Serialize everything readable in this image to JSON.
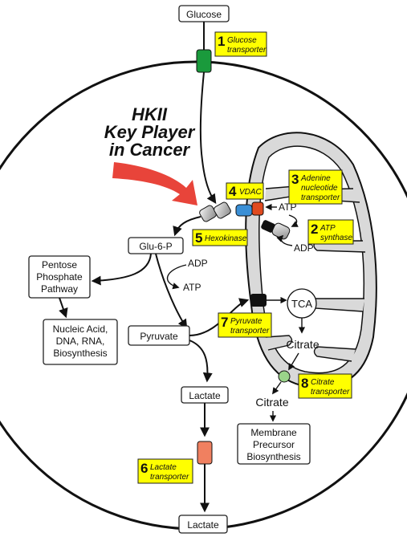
{
  "title": {
    "line1": "HKII",
    "line2": "Key Player",
    "line3": "in Cancer"
  },
  "boxes": {
    "glucose": "Glucose",
    "glu6p": "Glu-6-P",
    "ppp": [
      "Pentose",
      "Phosphate",
      "Pathway"
    ],
    "nucleic": [
      "Nucleic Acid,",
      "DNA, RNA,",
      "Biosynthesis"
    ],
    "pyruvate": "Pyruvate",
    "lactate_in": "Lactate",
    "lactate_out": "Lactate",
    "membrane": [
      "Membrane",
      "Precursor",
      "Biosynthesis"
    ]
  },
  "texts": {
    "atp_top": "ATP",
    "adp_right": "ADP",
    "adp_left": "ADP",
    "atp_left": "ATP",
    "tca": "TCA",
    "citrate_in": "Citrate",
    "citrate_out": "Citrate"
  },
  "labels": [
    {
      "num": "1",
      "lines": [
        "Glucose",
        "transporter"
      ]
    },
    {
      "num": "2",
      "lines": [
        "ATP",
        "synthase"
      ]
    },
    {
      "num": "3",
      "lines": [
        "Adenine",
        "nucleotide",
        "transporter"
      ]
    },
    {
      "num": "4",
      "lines": [
        "VDAC"
      ]
    },
    {
      "num": "5",
      "lines": [
        "Hexokinase"
      ]
    },
    {
      "num": "6",
      "lines": [
        "Lactate",
        "transporter"
      ]
    },
    {
      "num": "7",
      "lines": [
        "Pyruvate",
        "transporter"
      ]
    },
    {
      "num": "8",
      "lines": [
        "Citrate",
        "transporter"
      ]
    }
  ],
  "colors": {
    "glucose_transporter": "#1a9a3c",
    "lactate_transporter": "#f08060",
    "vdac": "#3a8fd6",
    "ant": "#e04a1f",
    "citrate_transporter": "#9ad48a",
    "mitochondrion": "#d9d9d9",
    "label": "#ffff00",
    "big_arrow": "#e8443a"
  }
}
